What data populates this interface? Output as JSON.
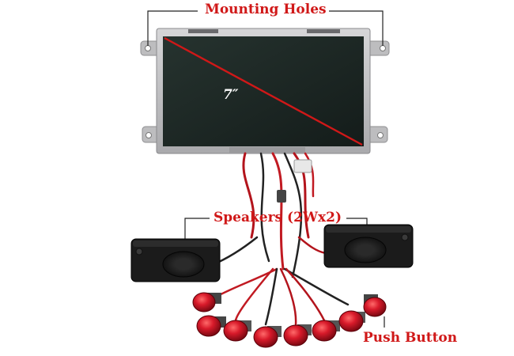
{
  "labels": {
    "mounting_holes": "Mounting Holes",
    "screen_size": "7″",
    "speakers": "Speakers (2Wx2)",
    "push_button": "Push Button"
  },
  "colors": {
    "annotation": "#d01818",
    "screen": "#1d2a26",
    "frame": "#c4c4c6",
    "speaker": "#1a1a1a",
    "button": "#c8102e"
  },
  "parts": {
    "speaker_count": 2,
    "button_count": 8
  }
}
